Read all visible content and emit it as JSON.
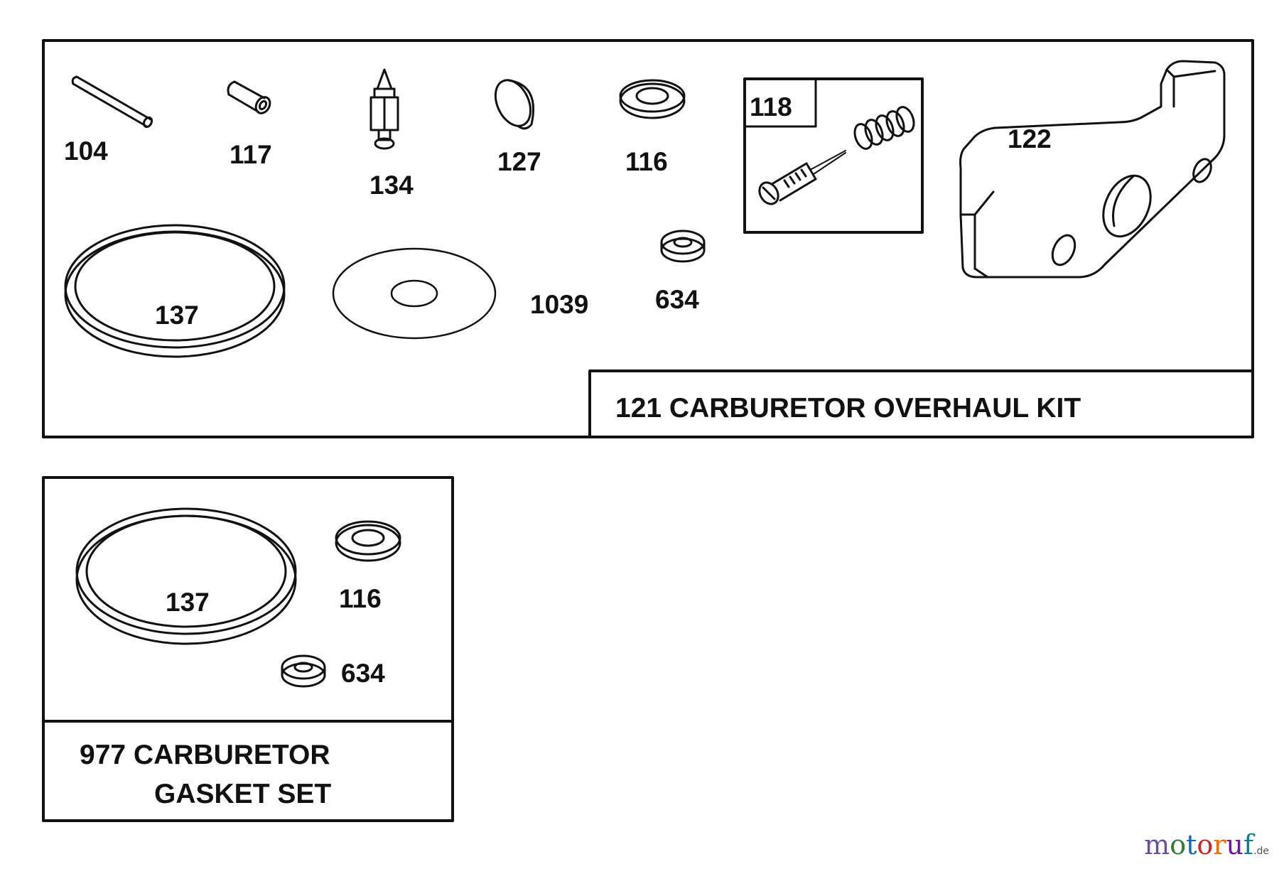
{
  "kits": [
    {
      "id": "overhaul",
      "title": "121 CARBURETOR OVERHAUL KIT",
      "parts": [
        "104",
        "117",
        "134",
        "127",
        "116",
        "118",
        "122",
        "137",
        "1039",
        "634"
      ]
    },
    {
      "id": "gasket",
      "title_line1": "977 CARBURETOR",
      "title_line2": "GASKET SET",
      "parts": [
        "137",
        "116",
        "634"
      ]
    }
  ],
  "watermark": {
    "letters": [
      "m",
      "o",
      "t",
      "o",
      "r",
      "u",
      "f"
    ],
    "tld": ".de",
    "colors": [
      "#6a4fa0",
      "#2e7d32",
      "#1565c0",
      "#c62828",
      "#ef6c00",
      "#6a1b9a",
      "#00838f"
    ]
  }
}
